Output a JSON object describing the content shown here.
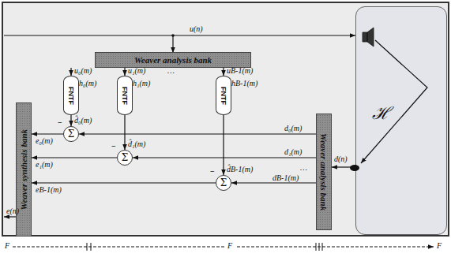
{
  "diagram": {
    "nodes": [
      {
        "text": [
          "Weaver analysis bank"
        ]
      },
      {
        "text": [
          "FNTF"
        ]
      },
      {
        "text": [
          "FNTF"
        ]
      },
      {
        "text": [
          "FNTF"
        ]
      },
      {
        "text": [
          "Σ"
        ]
      },
      {
        "text": [
          "Σ"
        ]
      },
      {
        "text": [
          "Σ"
        ]
      },
      {
        "text": [
          "Weaver synthesis bank"
        ]
      },
      {
        "text": [
          "Weaver analysis bank"
        ]
      },
      {
        "text": [
          "ℋ"
        ]
      }
    ],
    "edges": [
      {
        "from": 0,
        "to": 1,
        "arrow": "to",
        "label": "u₀(m)"
      },
      {
        "from": 0,
        "to": 2,
        "arrow": "to",
        "label": "u₁(m)"
      },
      {
        "from": 0,
        "to": 3,
        "arrow": "to",
        "label": "uB-1(m)"
      },
      {
        "from": 1,
        "to": 4,
        "arrow": "to",
        "label": "d̂₀(m)"
      },
      {
        "from": 2,
        "to": 5,
        "arrow": "to",
        "label": "d̂₁(m)"
      },
      {
        "from": 3,
        "to": 6,
        "arrow": "to",
        "label": "d̂B-1(m)"
      },
      {
        "from": 8,
        "to": 4,
        "arrow": "to",
        "label": "d₀(m)"
      },
      {
        "from": 8,
        "to": 5,
        "arrow": "to",
        "label": "d₁(m)"
      },
      {
        "from": 8,
        "to": 6,
        "arrow": "to",
        "label": "dB-1(m)"
      },
      {
        "from": 4,
        "to": 7,
        "arrow": "to",
        "label": "e₀(m)"
      },
      {
        "from": 5,
        "to": 7,
        "arrow": "to",
        "label": "e₁(m)"
      },
      {
        "from": 6,
        "to": 7,
        "arrow": "to",
        "label": "eB-1(m)"
      },
      {
        "from": 9,
        "to": 8,
        "arrow": "to",
        "label": "d(n)"
      }
    ],
    "labels": [
      "u(n)",
      "h₀(m)",
      "h₁(m)",
      "hB-1(m)",
      "−",
      "−",
      "−",
      "…",
      "…",
      "e(n)",
      "F",
      "F",
      "F"
    ]
  }
}
